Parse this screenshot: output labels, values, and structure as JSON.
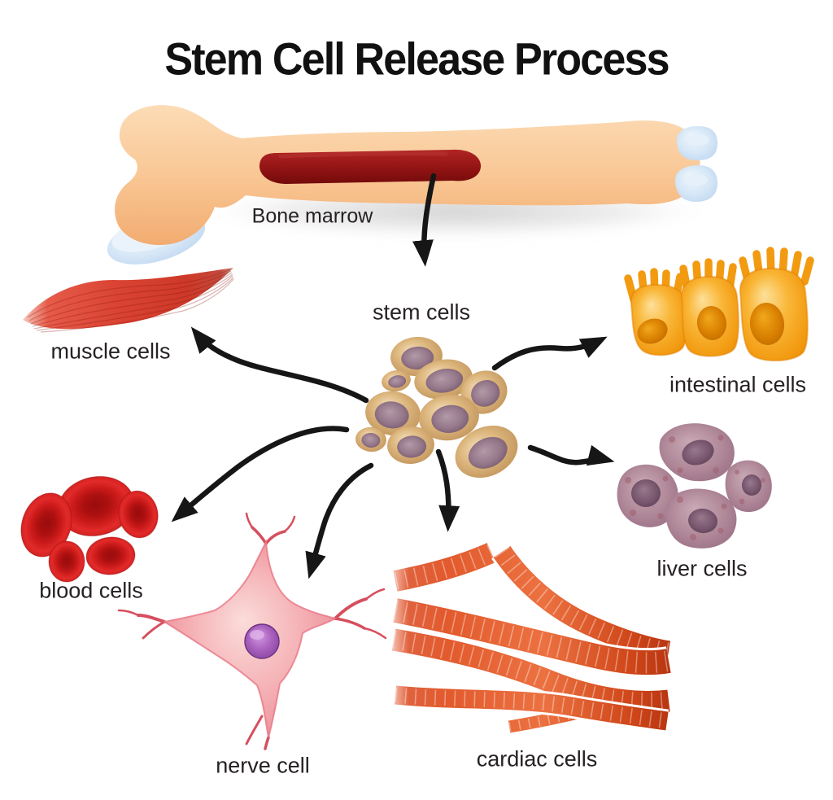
{
  "diagram": {
    "title": "Stem Cell Release Process",
    "bone": {
      "label": "Bone marrow"
    },
    "center": {
      "label": "stem cells"
    },
    "targets": [
      {
        "id": "muscle-cells",
        "label": "muscle cells"
      },
      {
        "id": "intestinal-cells",
        "label": "intestinal cells"
      },
      {
        "id": "blood-cells",
        "label": "blood cells"
      },
      {
        "id": "liver-cells",
        "label": "liver cells"
      },
      {
        "id": "nerve-cell",
        "label": "nerve cell"
      },
      {
        "id": "cardiac-cells",
        "label": "cardiac cells"
      }
    ],
    "flows": [
      {
        "from": "bone-marrow",
        "to": "stem-cells"
      },
      {
        "from": "stem-cells",
        "to": "muscle-cells"
      },
      {
        "from": "stem-cells",
        "to": "intestinal-cells"
      },
      {
        "from": "stem-cells",
        "to": "blood-cells"
      },
      {
        "from": "stem-cells",
        "to": "liver-cells"
      },
      {
        "from": "stem-cells",
        "to": "nerve-cell"
      },
      {
        "from": "stem-cells",
        "to": "cardiac-cells"
      }
    ],
    "colors": {
      "background": "#ffffff",
      "text": "#262122",
      "arrow": "#161616",
      "bone": "#f8c795",
      "cartilage": "#cfe2f5",
      "bone_marrow": "#8f1414",
      "stem_cell": "#c79a66",
      "stem_cell_nucleus": "#8d7083",
      "muscle": "#d84130",
      "intestinal": "#f39c12",
      "blood": "#cc1616",
      "liver": "#a77f91",
      "nerve": "#ef8b94",
      "nerve_nucleus": "#9b59b6",
      "cardiac": "#e05a2b"
    }
  }
}
